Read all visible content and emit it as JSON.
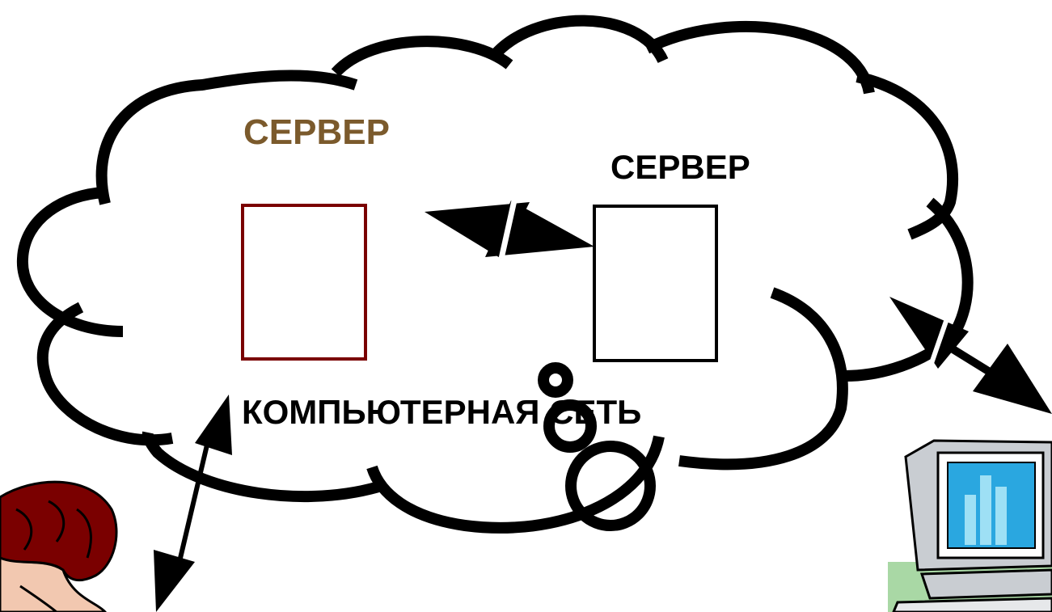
{
  "diagram": {
    "server_left": {
      "label": "СЕРВЕР"
    },
    "server_right": {
      "label": "СЕРВЕР"
    },
    "network": {
      "label": "КОМПЬЮТЕРНАЯ СЕТЬ"
    }
  },
  "colors": {
    "outline": "#000000",
    "server_left_border": "#7a0000",
    "server_left_label": "#7b5a2c",
    "server_right_label": "#000000",
    "network_label": "#000000",
    "woman_hair": "#7a0000",
    "woman_skin": "#f2c8b0",
    "computer_screen": "#2aa7e0",
    "computer_bars": "#9ee0f5",
    "computer_body": "#c9cdd2",
    "computer_desk": "#a9d8a5"
  },
  "icons": [
    "woman-user-icon",
    "computer-icon",
    "arrow-icon"
  ]
}
